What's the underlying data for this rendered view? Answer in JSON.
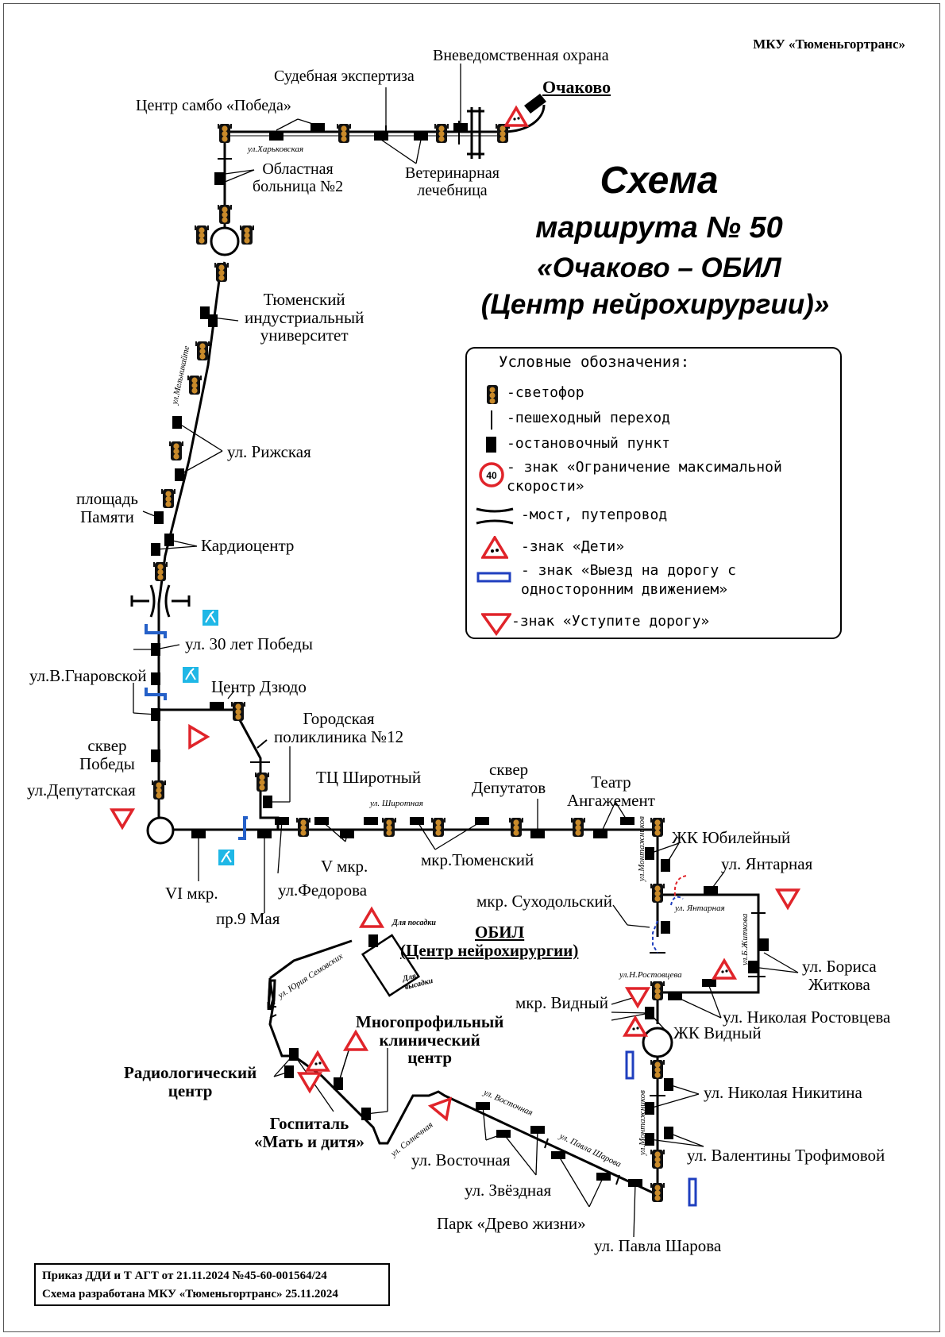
{
  "header": {
    "org": "МКУ «Тюменьгортранс»"
  },
  "title": {
    "line1": "Схема",
    "line2": "маршрута № 50",
    "line3": "«Очаково – ОБИЛ",
    "line4": "(Центр нейрохирургии)»"
  },
  "legend": {
    "title": "Условные обозначения:",
    "items": {
      "traffic_light": "-светофор",
      "crosswalk": "-пешеходный переход",
      "stop": "-остановочный пункт",
      "speed_limit": "- знак «Ограничение максимальной\nскорости»",
      "speed_value": "40",
      "bridge": "-мост, путепровод",
      "children": "-знак «Дети»",
      "one_way": "- знак «Выезд на дорогу с\nодносторонним движением»",
      "yield": "-знак «Уступите дорогу»"
    }
  },
  "stops": {
    "ochakovo": "Очаково",
    "vnevedomstvennaya": "Вневедомственная охрана",
    "sudebnaya": "Судебная экспертиза",
    "sambo": "Центр самбо «Победа»",
    "veterinarnaya": "Ветеринарная\nлечебница",
    "oblastnaya": "Областная\nбольница №2",
    "tiu": "Тюменский\nиндустриальный\nуниверситет",
    "rizhskaya": "ул. Рижская",
    "ploshchad": "площадь\nПамяти",
    "kardio": "Кардиоцентр",
    "30let": "ул. 30 лет Победы",
    "gnarovskoy": "ул.В.Гнаровской",
    "dzyudo": "Центр Дзюдо",
    "poliklinika": "Городская\nполиклиника №12",
    "skver_pobedy": "сквер\nПобеды",
    "deputatskaya": "ул.Депутатская",
    "vi_mkr": "VI мкр.",
    "9maya": "пр.9 Мая",
    "fedorova": "ул.Федорова",
    "tc_shirotny": "ТЦ Широтный",
    "v_mkr": "V мкр.",
    "mkr_tyumensky": "мкр.Тюменский",
    "skver_deputatov": "сквер\nДепутатов",
    "teatr": "Театр\nАнгажемент",
    "zhk_yubileyny": "ЖК Юбилейный",
    "yantarnaya": "ул. Янтарная",
    "sukhodolsky": "мкр. Суходольский",
    "zhitkova": "ул. Бориса\nЖиткова",
    "obil": "ОБИЛ",
    "obil_sub": "(Центр нейрохирургии)",
    "vidny_mkr": "мкр. Видный",
    "zhk_vidny": "ЖК Видный",
    "rostovtseva": "ул. Николая Ростовцева",
    "nikitina": "ул. Николая Никитина",
    "trofimovoy": "ул. Валентины Трофимовой",
    "sharova": "ул. Павла Шарова",
    "park": "Парк «Древо жизни»",
    "zvezdnaya": "ул. Звёздная",
    "vostochnaya": "ул. Восточная",
    "multi": "Многопрофильный\nклинический\nцентр",
    "radio": "Радиологический\nцентр",
    "gospital": "Госпиталь\n«Мать и дитя»",
    "posadka": "Для посадки",
    "vysadka": "Для\nвысадки"
  },
  "streets": {
    "kharkovskaya": "ул.Харьковская",
    "melnikayte": "ул.Мельникайте",
    "shirotnaya": "ул. Широтная",
    "montazhnikov1": "ул.Монтажников",
    "yantarnaya": "ул. Янтарная",
    "zhitkova": "ул.Б.Житкова",
    "rostovtseva": "ул.Н.Ростовцева",
    "montazhnikov2": "ул.Монтажников",
    "vostochnaya": "ул. Восточная",
    "sharova": "ул. Павла Шарова",
    "solnechnaya": "ул. Солнечная",
    "semovskikh": "ул. Юрия Семовских"
  },
  "footer": {
    "line1": "Приказ ДДИ и Т АГТ от 21.11.2024 №45-60-001564/24",
    "line2": "Схема разработана МКУ «Тюменьгортранс» 25.11.2024"
  },
  "colors": {
    "sign_red": "#e0242a",
    "oneway_blue": "#1f3fbf",
    "pedestrian_cyan": "#1fb7e6",
    "road_black": "#000000"
  }
}
